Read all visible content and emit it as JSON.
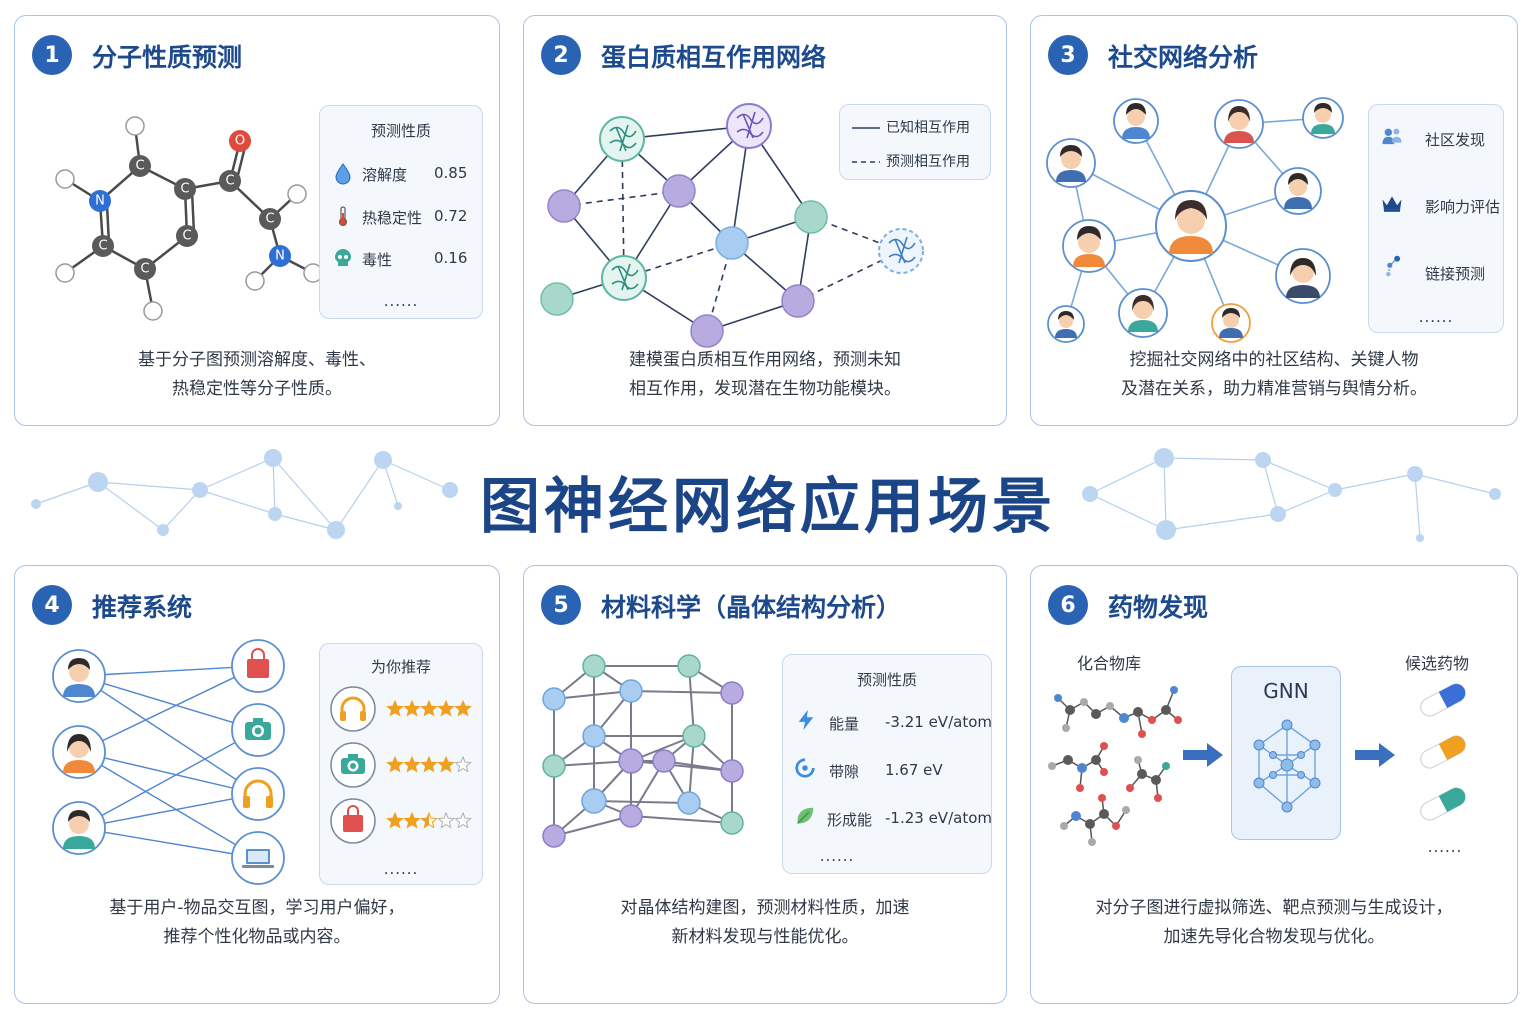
{
  "main_title": "图神经网络应用场景",
  "cards": [
    {
      "number": "1",
      "title": "分子性质预测",
      "description": "基于分子图预测溶解度、毒性、\n热稳定性等分子性质。",
      "panel": {
        "title": "预测性质",
        "rows": [
          {
            "label": "溶解度",
            "value": "0.85",
            "icon": "water-drop-icon"
          },
          {
            "label": "热稳定性",
            "value": "0.72",
            "icon": "thermometer-icon"
          },
          {
            "label": "毒性",
            "value": "0.16",
            "icon": "skull-icon"
          }
        ],
        "more": "......"
      },
      "atoms": {
        "carbon": "C",
        "nitrogen": "N",
        "oxygen": "O"
      }
    },
    {
      "number": "2",
      "title": "蛋白质相互作用网络",
      "description": "建模蛋白质相互作用网络，预测未知\n相互作用，发现潜在生物功能模块。",
      "legend": {
        "known": "已知相互作用",
        "predicted": "预测相互作用"
      }
    },
    {
      "number": "3",
      "title": "社交网络分析",
      "description": "挖掘社交网络中的社区结构、关键人物\n及潜在关系，助力精准营销与舆情分析。",
      "panel": {
        "rows": [
          {
            "label": "社区发现",
            "icon": "community-icon"
          },
          {
            "label": "影响力评估",
            "icon": "crown-icon"
          },
          {
            "label": "链接预测",
            "icon": "link-prediction-icon"
          }
        ],
        "more": "......"
      }
    },
    {
      "number": "4",
      "title": "推荐系统",
      "description": "基于用户-物品交互图，学习用户偏好，\n推荐个性化物品或内容。",
      "panel": {
        "title": "为你推荐",
        "rows": [
          {
            "icon": "headphones-icon",
            "rating": 5
          },
          {
            "icon": "camera-icon",
            "rating": 4
          },
          {
            "icon": "shopping-bag-icon",
            "rating": 2.5
          }
        ],
        "more": "......"
      }
    },
    {
      "number": "5",
      "title": "材料科学（晶体结构分析）",
      "description": "对晶体结构建图，预测材料性质，加速\n新材料发现与性能优化。",
      "panel": {
        "title": "预测性质",
        "rows": [
          {
            "label": "能量",
            "value": "-3.21 eV/atom",
            "icon": "lightning-icon"
          },
          {
            "label": "带隙",
            "value": "1.67 eV",
            "icon": "band-gap-icon"
          },
          {
            "label": "形成能",
            "value": "-1.23 eV/atom",
            "icon": "leaf-icon"
          }
        ],
        "more": "......"
      }
    },
    {
      "number": "6",
      "title": "药物发现",
      "description": "对分子图进行虚拟筛选、靶点预测与生成设计，\n加速先导化合物发现与优化。",
      "library_label": "化合物库",
      "model_label": "GNN",
      "candidates_label": "候选药物",
      "more": "......"
    }
  ],
  "colors": {
    "accent": "#2a62b4",
    "title": "#1b4587",
    "border": "#a8c4e6",
    "purple_node": "#b8abe0",
    "teal_node": "#a8d8cc",
    "blue_node": "#a9cdf0",
    "star": "#f0a020"
  }
}
